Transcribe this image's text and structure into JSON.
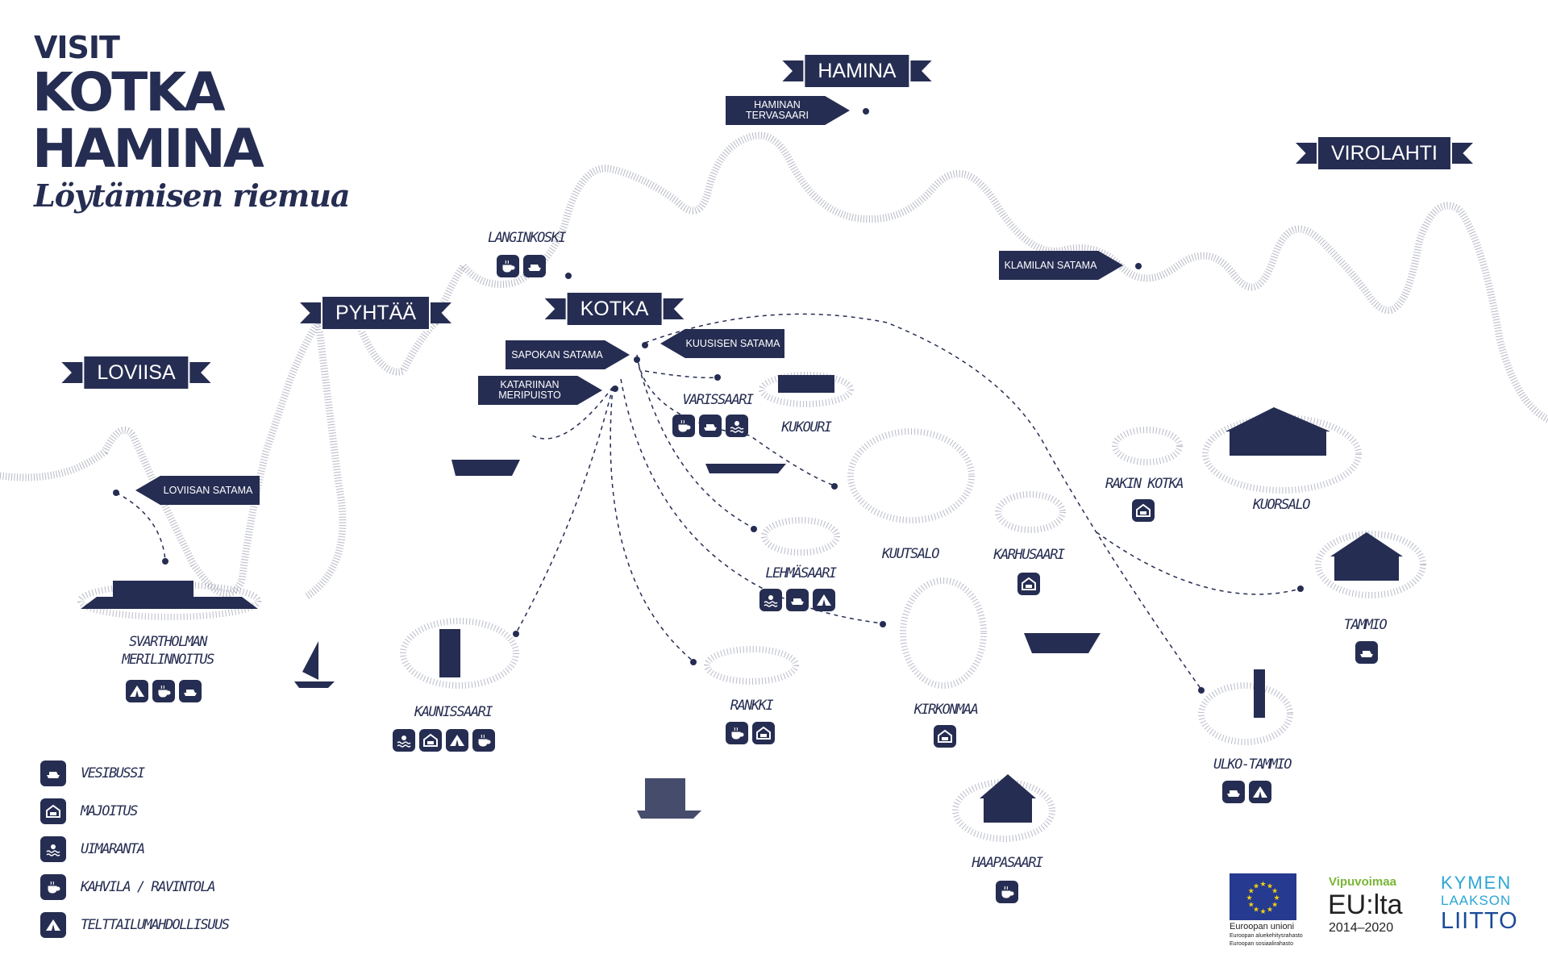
{
  "logo": {
    "visit": "VISIT",
    "line1": "KOTKA",
    "line2": "HAMINA",
    "tagline": "Löytämisen riemua"
  },
  "regions": {
    "hamina": "HAMINA",
    "pyhtaa": "PYHTÄÄ",
    "loviisa": "LOVIISA",
    "kotka": "KOTKA",
    "virolahti": "VIROLAHTI"
  },
  "harbours": {
    "haminan_tervasaari": "HAMINAN TERVASAARI",
    "klamilan_satama": "KLAMILAN SATAMA",
    "loviisan_satama": "LOVIISAN SATAMA",
    "sapokan_satama": "SAPOKAN SATAMA",
    "katariinan_meripuisto": "KATARIINAN MERIPUISTO",
    "kuusisen_satama": "KUUSISEN SATAMA"
  },
  "places": [
    {
      "name": "LANGINKOSKI",
      "icons": [
        "coffee",
        "boat"
      ]
    },
    {
      "name": "VARISSAARI",
      "icons": [
        "coffee",
        "boat",
        "beach"
      ]
    },
    {
      "name": "KUKOURI",
      "icons": []
    },
    {
      "name": "KUUTSALO",
      "icons": []
    },
    {
      "name": "KARHUSAARI",
      "icons": [
        "lodging"
      ]
    },
    {
      "name": "RAKIN KOTKA",
      "icons": [
        "lodging"
      ]
    },
    {
      "name": "KUORSALO",
      "icons": []
    },
    {
      "name": "LEHMÄSAARI",
      "icons": [
        "beach",
        "boat",
        "tent"
      ]
    },
    {
      "name": "TAMMIO",
      "icons": [
        "boat"
      ]
    },
    {
      "name": "SVARTHOLMAN MERILINNOITUS",
      "icons": [
        "tent",
        "coffee",
        "boat"
      ]
    },
    {
      "name": "KAUNISSAARI",
      "icons": [
        "beach",
        "lodging",
        "tent",
        "coffee"
      ]
    },
    {
      "name": "RANKKI",
      "icons": [
        "coffee",
        "lodging"
      ]
    },
    {
      "name": "KIRKONMAA",
      "icons": [
        "lodging"
      ]
    },
    {
      "name": "ULKO-TAMMIO",
      "icons": [
        "boat",
        "tent"
      ]
    },
    {
      "name": "HAAPASAARI",
      "icons": [
        "coffee"
      ]
    }
  ],
  "legend": [
    {
      "icon": "boat",
      "label": "VESIBUSSI"
    },
    {
      "icon": "lodging",
      "label": "MAJOITUS"
    },
    {
      "icon": "beach",
      "label": "UIMARANTA"
    },
    {
      "icon": "coffee",
      "label": "KAHVILA / RAVINTOLA"
    },
    {
      "icon": "tent",
      "label": "TELTTAILUMAHDOLLISUUS"
    }
  ],
  "sponsors": {
    "eu_title": "Euroopan unioni",
    "eu_sub1": "Euroopan aluekehitysrahasto",
    "eu_sub2": "Euroopan sosiaalirahasto",
    "vipu1": "Vipuvoimaa",
    "vipu2": "EU:lta",
    "vipu3": "2014–2020",
    "kymen1": "KYMEN",
    "kymen2": "LAAKSON",
    "kymen3": "LIITTO"
  },
  "colors": {
    "navy": "#262d52",
    "green": "#7ab535",
    "cyan": "#2aa6d6",
    "eu_blue": "#263a8f",
    "eu_star": "#f5d20a"
  }
}
